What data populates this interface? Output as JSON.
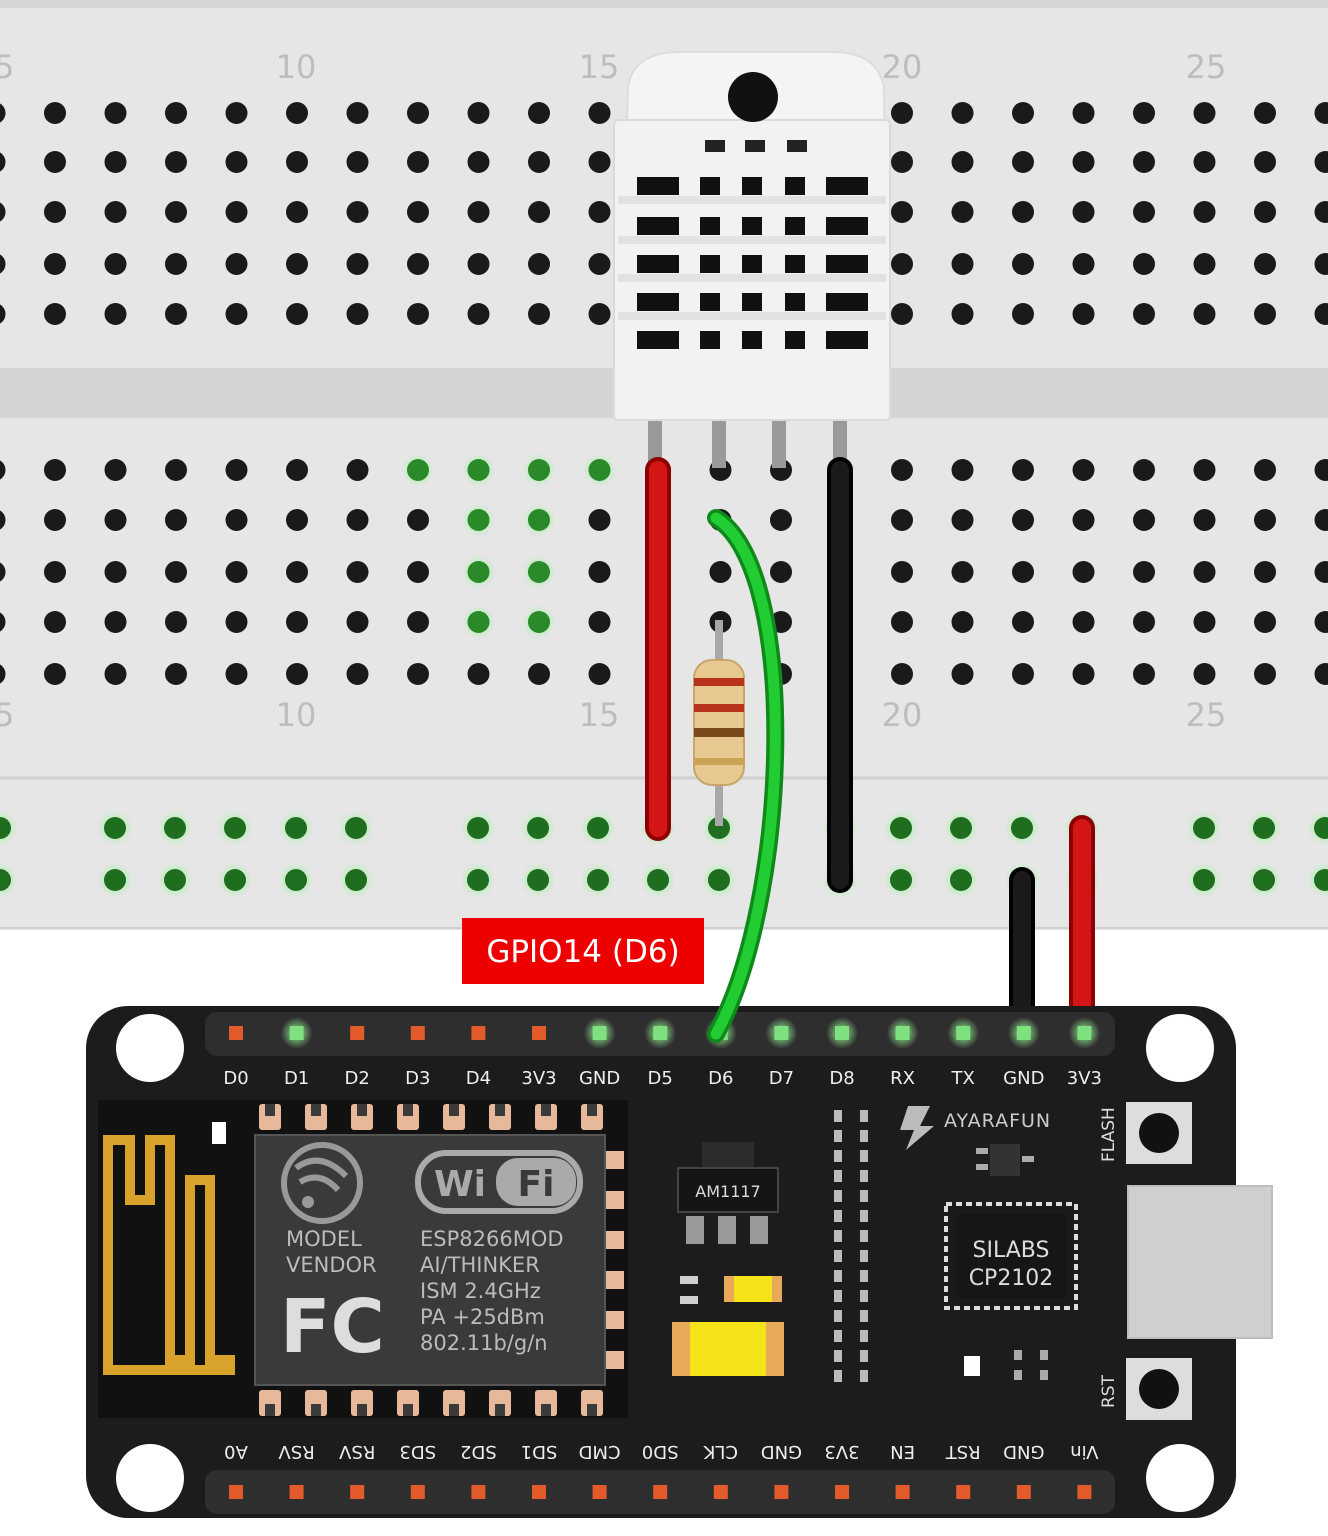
{
  "breadboard": {
    "column_numbers": [
      "10",
      "15",
      "20",
      "25"
    ],
    "edge_number": "5"
  },
  "label": {
    "text": "GPIO14 (D6)",
    "bg_color": "#ee0000"
  },
  "nodemcu": {
    "top_pins": [
      "D0",
      "D1",
      "D2",
      "D3",
      "D4",
      "3V3",
      "GND",
      "D5",
      "D6",
      "D7",
      "D8",
      "RX",
      "TX",
      "GND",
      "3V3"
    ],
    "bottom_pins": [
      "A0",
      "RSV",
      "RSV",
      "SD3",
      "SD2",
      "SD1",
      "CMD",
      "SD0",
      "CLK",
      "GND",
      "3V3",
      "EN",
      "RST",
      "GND",
      "Vin"
    ],
    "esp_model": "MODEL",
    "esp_vendor": "VENDOR",
    "esp_module": "ESP8266MOD",
    "esp_maker": "AI/THINKER",
    "esp_band": "ISM 2.4GHz",
    "esp_power": "PA +25dBm",
    "esp_standard": "802.11b/g/n",
    "wifi_left": "Wi",
    "wifi_right": "Fi",
    "fcc": "FC",
    "regulator": "AM1117",
    "brand": "AYARAFUN",
    "chip_line1": "SILABS",
    "chip_line2": "CP2102",
    "flash_label": "FLASH",
    "rst_label": "RST"
  },
  "colors": {
    "wire_red": "#cc1111",
    "wire_black": "#111111",
    "wire_green": "#22cc33",
    "board": "#1c1c1c",
    "breadboard": "#e6e6e6"
  }
}
